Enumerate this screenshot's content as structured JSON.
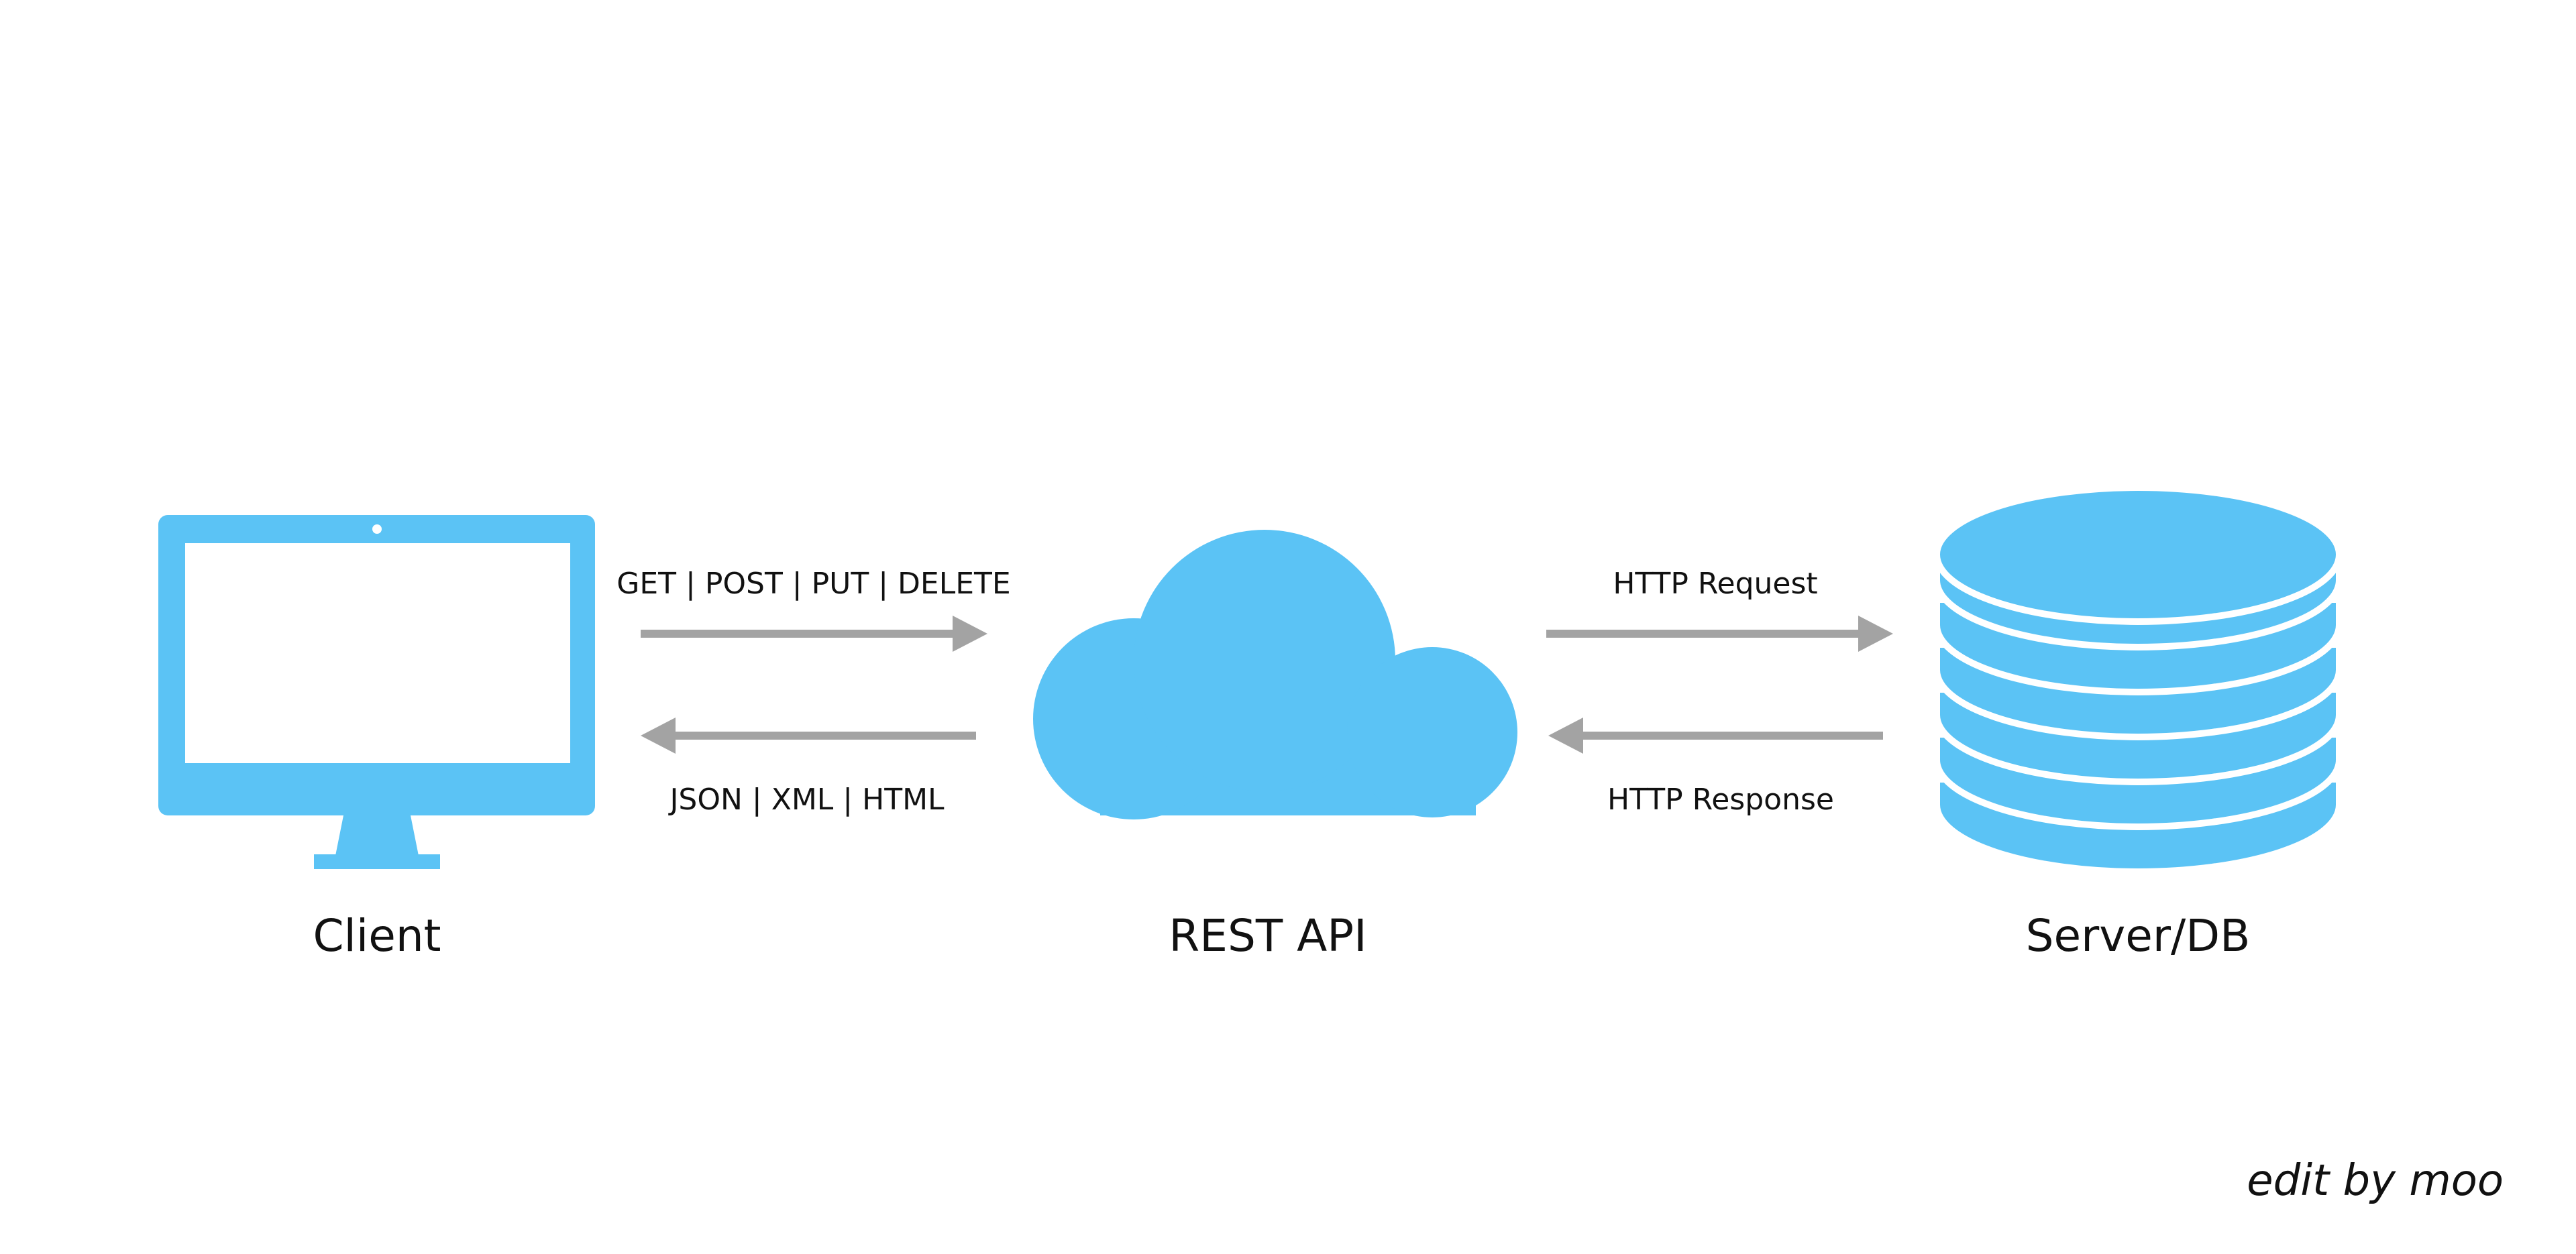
{
  "colors": {
    "icon": "#5bc3f5",
    "arrow": "#a3a3a3",
    "text": "#111111",
    "background": "#ffffff"
  },
  "nodes": {
    "client": {
      "label": "Client",
      "icon": "monitor-icon"
    },
    "api": {
      "label": "REST API",
      "icon": "cloud-icon"
    },
    "server": {
      "label": "Server/DB",
      "icon": "database-icon"
    }
  },
  "edges": {
    "client_to_api": {
      "label": "GET | POST | PUT | DELETE",
      "direction": "right"
    },
    "api_to_client": {
      "label": "JSON | XML | HTML",
      "direction": "left"
    },
    "api_to_server": {
      "label": "HTTP Request",
      "direction": "right"
    },
    "server_to_api": {
      "label": "HTTP Response",
      "direction": "left"
    }
  },
  "footer": {
    "credit": "edit by moo"
  }
}
